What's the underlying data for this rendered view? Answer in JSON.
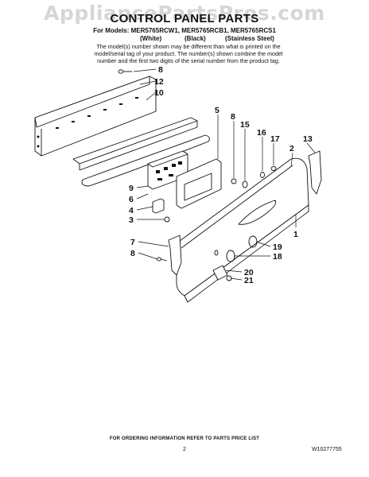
{
  "watermark": "AppliancePartsPros.com",
  "title": "CONTROL PANEL PARTS",
  "models_line": "For Models: MER5765RCW1, MER5765RCB1, MER5765RCS1",
  "colors": {
    "white": "(White)",
    "black": "(Black)",
    "stainless": "(Stainless Steel)"
  },
  "note_line1": "The model(s) number shown may be different than what is printed on the",
  "note_line2": "model/serial tag of your product. The number(s) shown combine the model",
  "note_line3": "number and the first two digits of the serial number from the product tag.",
  "callouts": {
    "c8_top": "8",
    "c12": "12",
    "c10": "10",
    "c5": "5",
    "c8_mid": "8",
    "c15": "15",
    "c16": "16",
    "c17": "17",
    "c2": "2",
    "c13": "13",
    "c9": "9",
    "c6": "6",
    "c4": "4",
    "c3": "3",
    "c1": "1",
    "c7": "7",
    "c19": "19",
    "c8_low": "8",
    "c18": "18",
    "c20": "20",
    "c21": "21"
  },
  "footer": "FOR ORDERING INFORMATION REFER TO PARTS PRICE LIST",
  "page_number": "2",
  "doc_number": "W10277755"
}
